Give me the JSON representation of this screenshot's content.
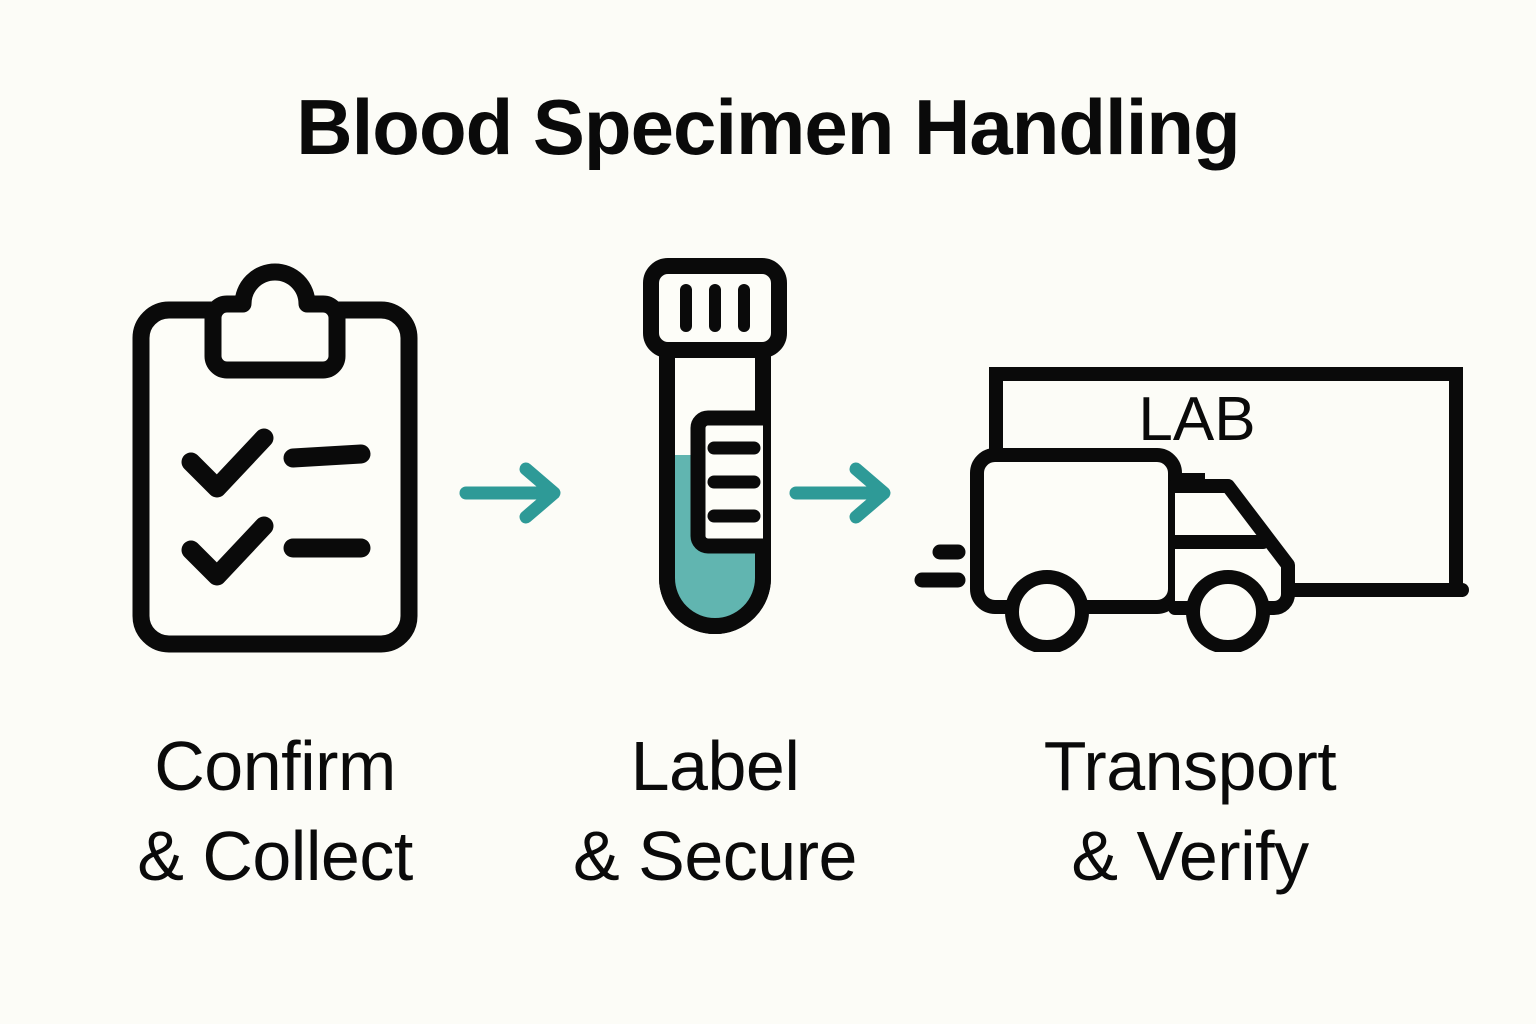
{
  "title": "Blood Specimen Handling",
  "colors": {
    "background": "#fcfcf7",
    "ink": "#0a0a0a",
    "accent_teal": "#2e9a97",
    "liquid_teal": "#61b5b0",
    "panel_white": "#fdfdf8"
  },
  "steps": [
    {
      "id": "confirm-collect",
      "icon": "clipboard-checklist-icon",
      "label_line_1": "Confirm",
      "label_line_2": "& Collect"
    },
    {
      "id": "label-secure",
      "icon": "blood-test-tube-icon",
      "label_line_1": "Label",
      "label_line_2": "& Secure"
    },
    {
      "id": "transport-verify",
      "icon": "delivery-truck-lab-icon",
      "label_line_1": "Transport",
      "label_line_2": "& Verify"
    }
  ],
  "connectors": [
    {
      "id": "arrow-1",
      "icon": "arrow-right-icon"
    },
    {
      "id": "arrow-2",
      "icon": "arrow-right-icon"
    }
  ],
  "lab_building": {
    "sign_text": "LAB"
  }
}
